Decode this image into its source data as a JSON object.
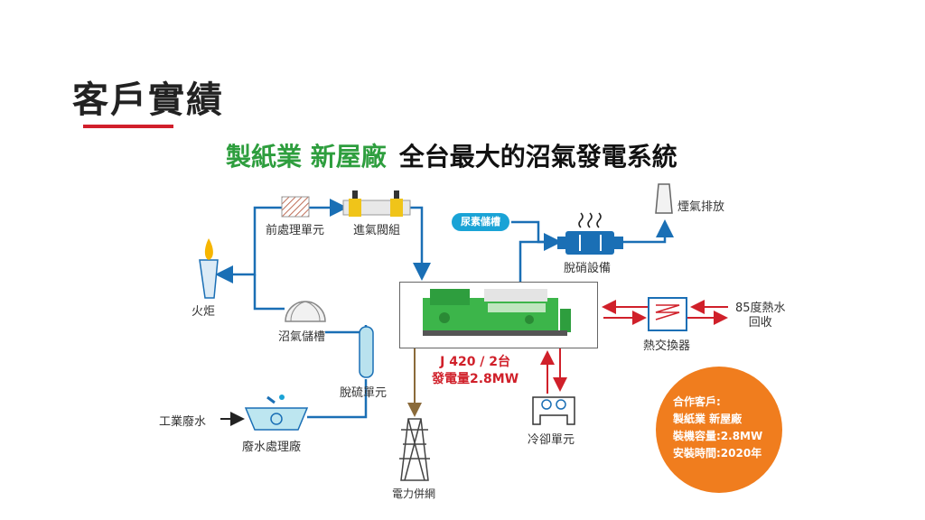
{
  "page": {
    "title": "客戶實績",
    "headline_green": "製紙業 新屋廠",
    "headline_dark": "全台最大的沼氣發電系統"
  },
  "diagram": {
    "nodes": {
      "pretreatment": "前處理單元",
      "intake_valves": "進氣閥組",
      "urea_tank": "尿素儲槽",
      "denox": "脫硝設備",
      "exhaust": "煙氣排放",
      "flare": "火炬",
      "biogas_tank": "沼氣儲槽",
      "hot_water": "85度熱水\n回收",
      "heat_exchanger": "熱交換器",
      "desulfurization": "脫硫單元",
      "industrial_wastewater": "工業廢水",
      "wastewater_plant": "廢水處理廠",
      "cooling": "冷卻單元",
      "grid": "電力併網"
    },
    "generator": {
      "model": "J 420 / 2台",
      "output": "發電量2.8MW"
    },
    "customer": {
      "line1": "合作客戶:",
      "line2": "製紙業 新屋廠",
      "line3": "裝機容量:2.8MW",
      "line4": "安裝時間:2020年"
    },
    "colors": {
      "flow_blue": "#1a6fb5",
      "heat_red": "#d0202a",
      "accent_orange": "#f07d1e",
      "brand_green": "#2e9e3e"
    }
  }
}
